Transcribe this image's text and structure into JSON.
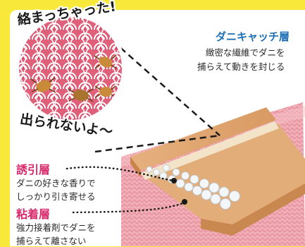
{
  "colors": {
    "background_yellow": "#f7e83a",
    "title_blue": "#1d6fb5",
    "layer_pink": "#d92a6d",
    "fabric_pink": "#f2aeb6",
    "sheet_tan": "#e0a874",
    "bead_white": "#f4f7fa"
  },
  "illustration": {
    "bubble_top": "絡まっちゃった!",
    "bubble_bottom": "出られないよ〜"
  },
  "catch_layer": {
    "title": "ダニキャッチ層",
    "line1": "緻密な繊維でダニを",
    "line2": "捕らえて動きを封じる"
  },
  "attract_layer": {
    "title": "誘引層",
    "line1": "ダニの好きな香りで",
    "line2": "しっかり引き寄せる"
  },
  "adhesive_layer": {
    "title": "粘着層",
    "line1": "強力接着剤でダニを",
    "line2": "捕らえて離さない"
  },
  "icons": [
    "mite-icon",
    "fabric-wave-icon",
    "bead-icon"
  ]
}
